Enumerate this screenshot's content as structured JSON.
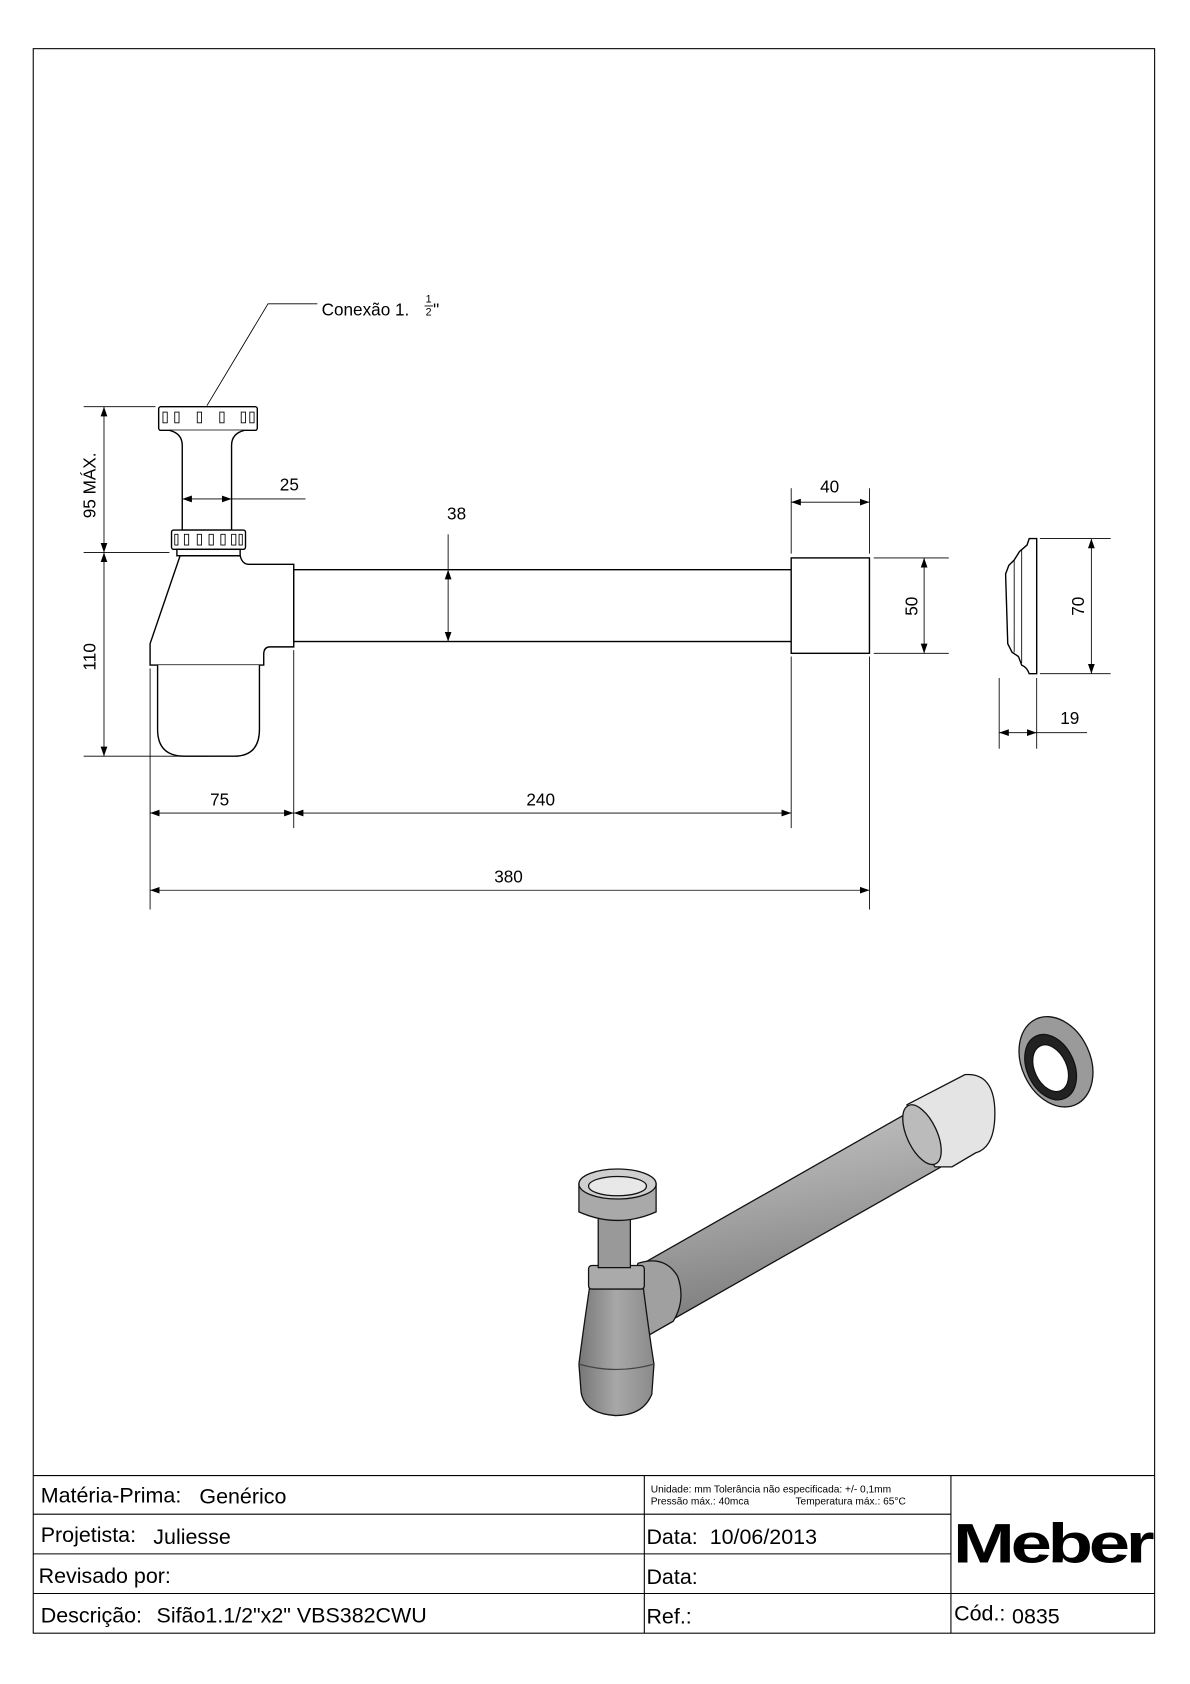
{
  "drawing": {
    "callout": {
      "label": "Conexão 1.",
      "fraction_num": "1",
      "fraction_den": "2",
      "suffix": "\""
    },
    "dimensions": {
      "height_top": "95 MÁX.",
      "height_body": "110",
      "neck_diameter": "25",
      "tube_diameter": "38",
      "cap_length": "40",
      "cap_diameter": "50",
      "flange_diameter": "70",
      "flange_width": "19",
      "body_width": "75",
      "tube_length": "240",
      "overall_length": "380"
    },
    "colors": {
      "line": "#000000",
      "render_gray": "#9a9a9a",
      "render_light": "#e6e6e6",
      "render_dark": "#3a3a3a"
    }
  },
  "title_block": {
    "material_label": "Matéria-Prima:",
    "material_value": "Genérico",
    "notes_line1": "Unidade: mm Tolerância não especificada: +/- 0,1mm",
    "notes_line2a": "Pressão máx.: 40mca",
    "notes_line2b": "Temperatura máx.: 65°C",
    "designer_label": "Projetista:",
    "designer_value": "Juliesse",
    "date_label": "Data:",
    "date_value": "10/06/2013",
    "reviewed_label": "Revisado por:",
    "review_date_label": "Data:",
    "description_label": "Descrição:",
    "description_value": "Sifão1.1/2\"x2\"  VBS382CWU",
    "ref_label": "Ref.:",
    "code_label": "Cód.:",
    "code_value": "0835",
    "logo": "Meber"
  }
}
